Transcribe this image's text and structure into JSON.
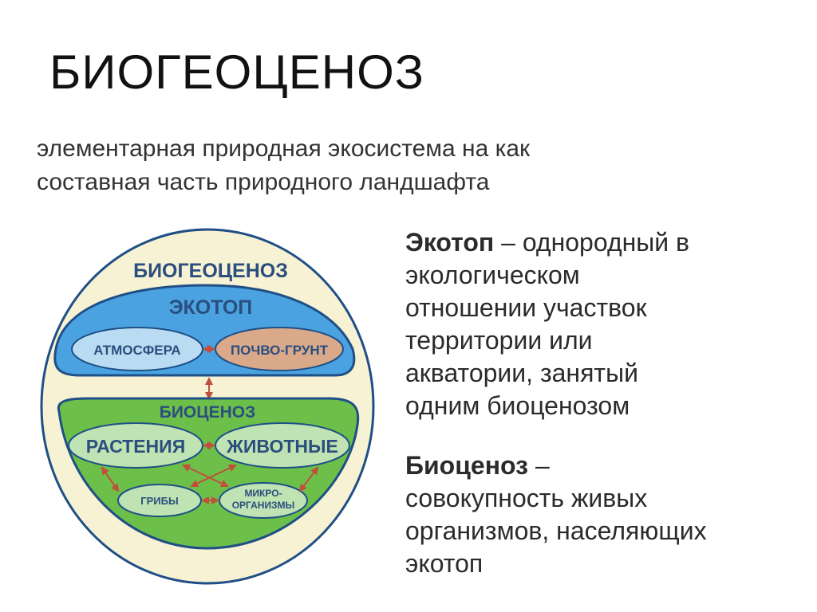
{
  "title": "БИОГЕОЦЕНОЗ",
  "definition_lines": [
    "элементарная природная экосистема на как",
    "составная часть природного ландшафта"
  ],
  "diagram": {
    "outer_label": "БИОГЕОЦЕНОЗ",
    "ecotop_label": "ЭКОТОП",
    "atmosphere_label": "АТМОСФЕРА",
    "soil_label": "ПОЧВО-ГРУНТ",
    "biocenosis_label": "БИОЦЕНОЗ",
    "plants_label": "РАСТЕНИЯ",
    "animals_label": "ЖИВОТНЫЕ",
    "fungi_label": "ГРИБЫ",
    "micro_label_line1": "МИКРО-",
    "micro_label_line2": "ОРГАНИЗМЫ",
    "colors": {
      "outer_fill": "#f7f2d4",
      "outer_stroke": "#1f4f86",
      "ecotop_fill": "#4aa3e0",
      "ecotop_stroke": "#1f4f86",
      "atmosphere_fill": "#b9dcf2",
      "soil_fill": "#d9a98a",
      "biocenosis_fill": "#6cc04a",
      "biocenosis_stroke": "#1f4f86",
      "organism_fill": "#bfe3b2",
      "label_color": "#2b4e7e",
      "arrow_color": "#c0503a"
    }
  },
  "terms": [
    {
      "term": "Экотоп",
      "first_line_rest": " – однородный в",
      "lines": [
        "экологическом",
        "отношении участвок",
        "территории или",
        "акватории, занятый",
        "одним биоценозом"
      ]
    },
    {
      "term": "Биоценоз",
      "first_line_rest": " –",
      "lines": [
        "совокупность живых",
        "организмов, населяющих",
        "экотоп"
      ]
    }
  ]
}
